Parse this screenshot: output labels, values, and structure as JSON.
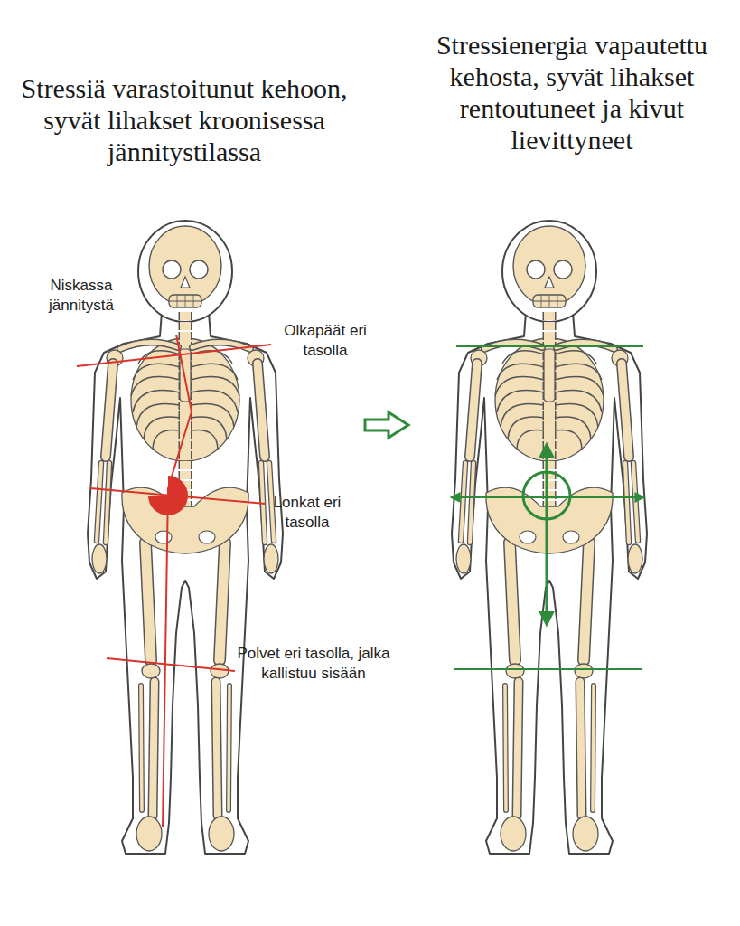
{
  "diagram": {
    "nodes": [
      {
        "text": [
          "Stressiä varastoitunut kehoon, syvät lihakset kroonisessa jännitystilassa"
        ]
      },
      {
        "text": [
          "Stressienergia vapautettu kehosta, syvät lihakset rentoutuneet ja kivut lievittyneet"
        ]
      }
    ],
    "edges": [
      {
        "from": 0,
        "to": 1,
        "arrow": "to"
      }
    ],
    "labels": [
      "Niskassa jännitystä",
      "Olkapäät eri tasolla",
      "Lonkat eri tasolla",
      "Polvet eri tasolla, jalka kallistuu sisään"
    ]
  }
}
